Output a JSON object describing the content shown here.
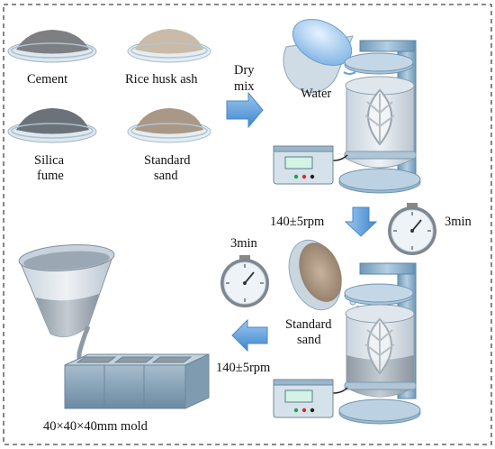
{
  "materials": {
    "cement": "Cement",
    "rice_husk_ash": "Rice husk ash",
    "silica_fume_line1": "Silica",
    "silica_fume_line2": "fume",
    "standard_sand_line1": "Standard",
    "standard_sand_line2": "sand"
  },
  "step_dry_mix": {
    "line1": "Dry",
    "line2": "mix"
  },
  "water": "Water",
  "mix1": {
    "speed": "140±5rpm",
    "time": "3min"
  },
  "sand_addition": {
    "line1": "Standard",
    "line2": "sand"
  },
  "mix2": {
    "speed": "140±5rpm",
    "time": "3min"
  },
  "mold": "40×40×40mm mold",
  "colors": {
    "arrow": "#5b9bd5",
    "machine": "#8fb4d0",
    "dashed_border": "#444444"
  }
}
